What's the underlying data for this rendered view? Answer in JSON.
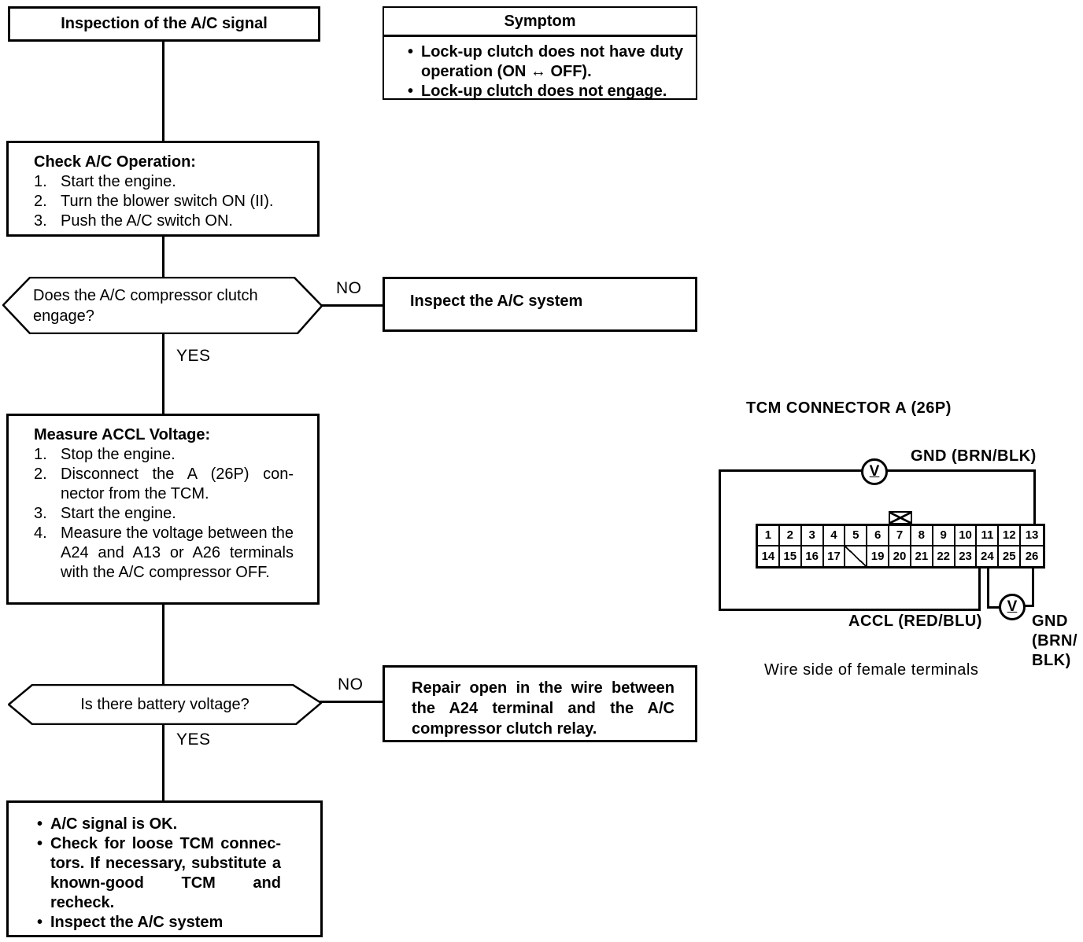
{
  "page": {
    "paper": "#ffffff",
    "ink": "#000000",
    "bullet": "•"
  },
  "flow": {
    "title": "Inspection of the A/C signal",
    "symptom": {
      "header": "Symptom",
      "bullets": [
        "Lock-up clutch does not have duty operation (ON ↔ OFF).",
        "Lock-up clutch does not engage."
      ]
    },
    "check": {
      "title": "Check A/C Operation:",
      "steps": [
        {
          "num": "1.",
          "text": "Start the engine."
        },
        {
          "num": "2.",
          "text": "Turn the blower switch ON (II)."
        },
        {
          "num": "3.",
          "text": "Push the A/C switch ON."
        }
      ]
    },
    "decision1": {
      "text": "Does the A/C compressor clutch engage?",
      "no": "NO",
      "yes": "YES"
    },
    "inspect_box": "Inspect the A/C system",
    "measure": {
      "title": "Measure ACCL Voltage:",
      "steps": [
        {
          "num": "1.",
          "text": "Stop the engine."
        },
        {
          "num": "2.",
          "text": "Disconnect the A (26P) con­nector from the TCM."
        },
        {
          "num": "3.",
          "text": "Start the engine."
        },
        {
          "num": "4.",
          "text": "Measure the voltage between the A24 and A13 or A26 termi­nals with the A/C compressor OFF."
        }
      ]
    },
    "decision2": {
      "text": "Is there battery voltage?",
      "no": "NO",
      "yes": "YES"
    },
    "repair_box": "Repair open in the wire between the A24 terminal and the A/C compressor clutch relay.",
    "result": {
      "bullets": [
        "A/C signal is OK.",
        "Check for loose TCM connec­tors. If necessary, substitute a known-good TCM and recheck.",
        "Inspect the A/C system"
      ]
    }
  },
  "connector": {
    "title": "TCM CONNECTOR A (26P)",
    "meter_symbol": "V",
    "gnd_top": "GND (BRN/BLK)",
    "accl": "ACCL (RED/BLU)",
    "gnd_bottom_lines": [
      "GND",
      "(BRN/",
      "BLK)"
    ],
    "caption": "Wire side of female terminals",
    "pins_top": [
      "1",
      "2",
      "3",
      "4",
      "5",
      "6",
      "7",
      "8",
      "9",
      "10",
      "11",
      "12",
      "13"
    ],
    "pins_bottom": [
      "14",
      "15",
      "16",
      "17",
      "",
      "19",
      "20",
      "21",
      "22",
      "23",
      "24",
      "25",
      "26"
    ]
  }
}
